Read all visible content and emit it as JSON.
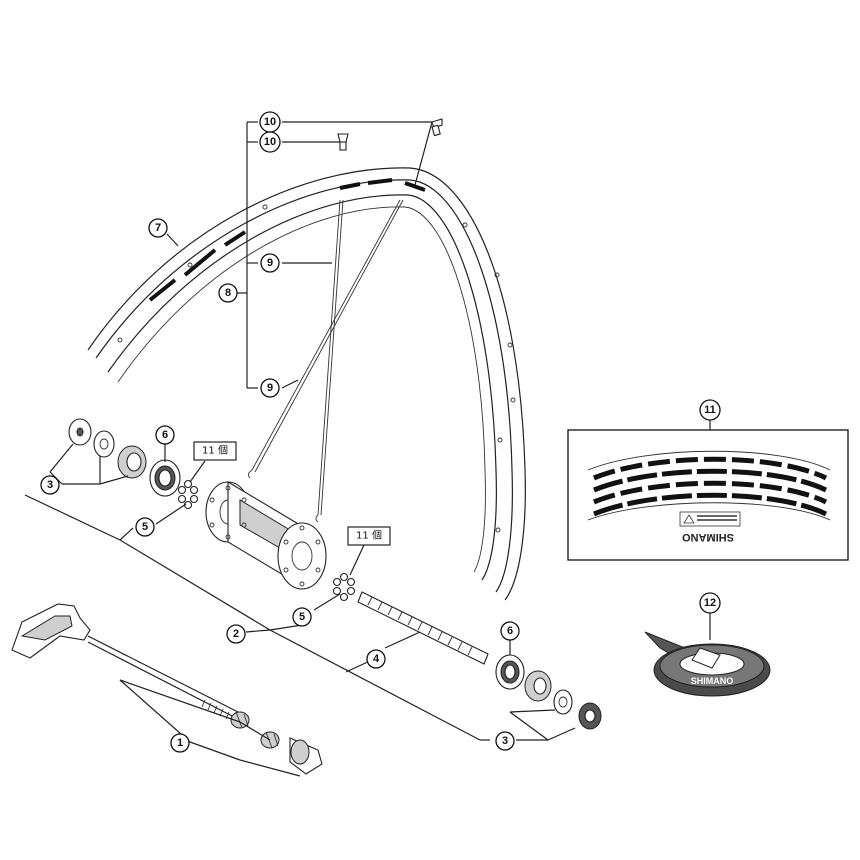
{
  "callouts": {
    "c1": "1",
    "c2": "2",
    "c3a": "3",
    "c3b": "3",
    "c4": "4",
    "c5a": "5",
    "c5b": "5",
    "c6a": "6",
    "c6b": "6",
    "c7": "7",
    "c8": "8",
    "c9a": "9",
    "c9b": "9",
    "c10a": "10",
    "c10b": "10",
    "c11": "11",
    "c12": "12"
  },
  "tags": {
    "spoke_count_a": "11 個",
    "spoke_count_b": "11 個"
  },
  "brand": {
    "tape_label": "SHIMANO",
    "decal_logo": "SHIMANO"
  }
}
